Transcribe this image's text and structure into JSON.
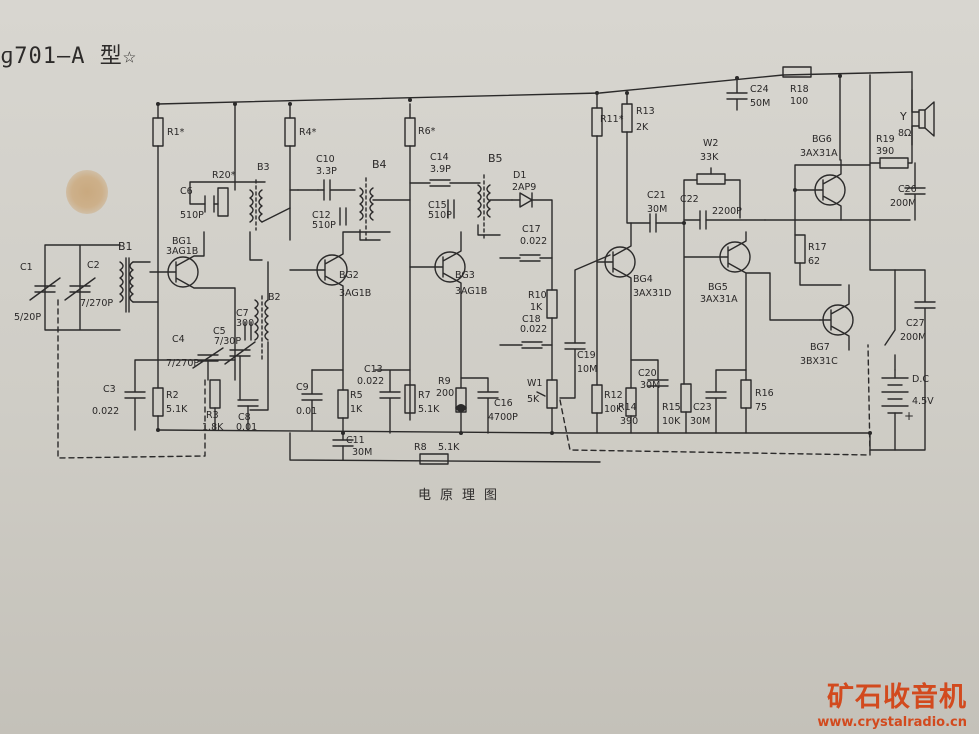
{
  "title_text": "ɡ701—A 型☆",
  "caption": "电原理图",
  "watermark": {
    "name": "矿石收音机",
    "url": "www.crystalradio.cn"
  },
  "labels": {
    "C1": "C1",
    "C1v": "5/20P",
    "C2": "C2",
    "C2v": "7/270P",
    "B1": "B1",
    "BG1": "BG1",
    "BG1t": "3AG1B",
    "C3": "C3",
    "C3v": "0.022",
    "R2": "R2",
    "R2v": "5.1K",
    "C4": "C4",
    "C4v": "7/270P",
    "R1": "R1*",
    "C6": "C6",
    "C6v": "510P",
    "R20": "R20*",
    "B3": "B3",
    "B2": "B2",
    "C5": "C5",
    "C5v": "7/30P",
    "C7": "C7",
    "C7v": "300",
    "R3": "R3",
    "R3v": "1.8K",
    "C8": "C8",
    "C8v": "0.01",
    "R4": "R4*",
    "C10": "C10",
    "C10v": "3.3P",
    "C12": "C12",
    "C12v": "510P",
    "B4": "B4",
    "BG2": "BG2",
    "BG2t": "3AG1B",
    "C9": "C9",
    "C9v": "0.01",
    "R5": "R5",
    "R5v": "1K",
    "C11": "C11",
    "C11v": "30M",
    "C13": "C13",
    "C13v": "0.022",
    "R6": "R6*",
    "C14": "C14",
    "C14v": "3.9P",
    "C15": "C15",
    "C15v": "510P",
    "B5": "B5",
    "BG3": "BG3",
    "BG3t": "3AG1B",
    "R7": "R7",
    "R7v": "5.1K",
    "R8": "R8",
    "R8v": "5.1K",
    "R9": "R9",
    "R9v": "200",
    "C16": "C16",
    "C16v": "4700P",
    "D1": "D1",
    "D1t": "2AP9",
    "C17": "C17",
    "C17v": "0.022",
    "R10": "R10",
    "R10v": "1K",
    "C18": "C18",
    "C18v": "0.022",
    "W1": "W1",
    "W1v": "5K",
    "C19": "C19",
    "C19v": "10M",
    "R11": "R11*",
    "R12": "R12",
    "R12v": "10K",
    "R13": "R13",
    "R13v": "2K",
    "BG4": "BG4",
    "BG4t": "3AX31D",
    "C20": "C20",
    "C20v": "30M",
    "R14": "R14",
    "R14v": "390",
    "C21": "C21",
    "C21v": "30M",
    "W2": "W2",
    "W2v": "33K",
    "C22": "C22",
    "C22v": "2200P",
    "BG5": "BG5",
    "BG5t": "3AX31A",
    "R15": "R15",
    "R15v": "10K",
    "C23": "C23",
    "C23v": "30M",
    "R16": "R16",
    "R16v": "75",
    "C24": "C24",
    "C24v": "50M",
    "R18": "R18",
    "R18v": "100",
    "Y": "Y",
    "Yv": "8Ω",
    "R19": "R19",
    "R19v": "390",
    "BG6": "BG6",
    "BG6t": "3AX31A",
    "C26": "C26",
    "C26v": "200M",
    "R17": "R17",
    "R17v": "62",
    "BG7": "BG7",
    "BG7t": "3BX31C",
    "C27": "C27",
    "C27v": "200M",
    "DC": "D.C",
    "DCv": "4.5V",
    "plus": "+"
  }
}
